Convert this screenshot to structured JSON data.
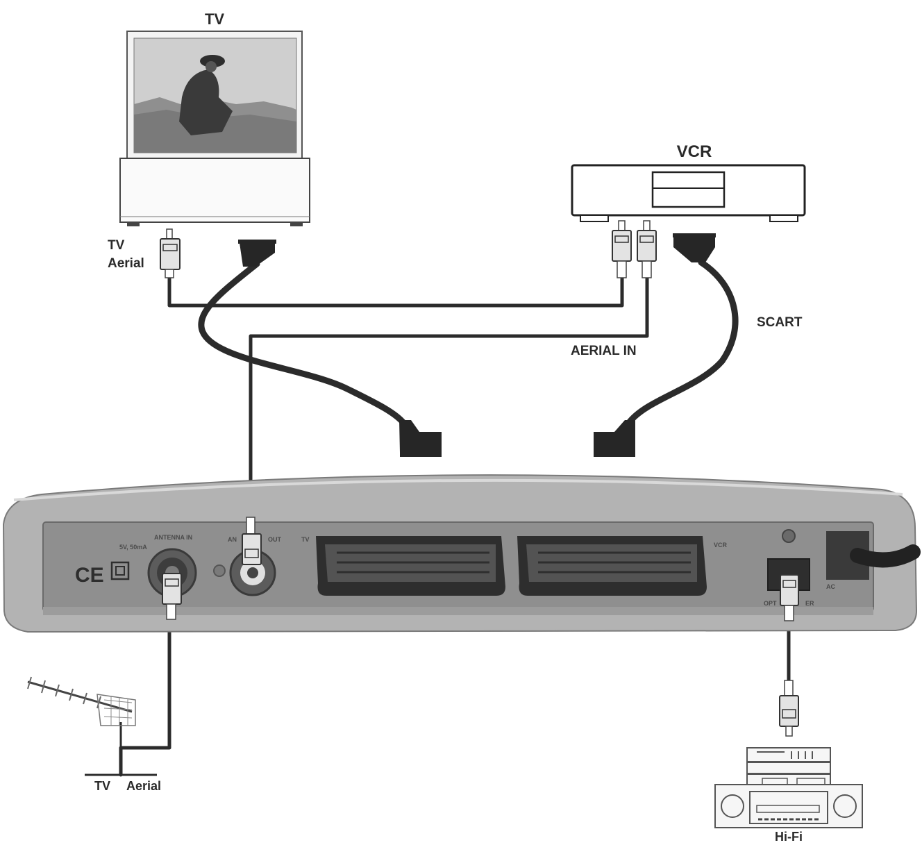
{
  "labels": {
    "tv": "TV",
    "vcr": "VCR",
    "tv_aerial_line1": "TV",
    "tv_aerial_line2": "Aerial",
    "scart": "SCART",
    "aerial_in": "AERIAL IN",
    "antenna_tv": "TV",
    "antenna_aerial": "Aerial",
    "hifi": "Hi-Fi"
  },
  "receiver_panel": {
    "antenna_in": "ANTENNA IN",
    "antenna_power": "5V, 50mA",
    "aerial_out_part1": "AN",
    "aerial_out_part2": "OUT",
    "scart_tv": "TV",
    "scart_vcr": "VCR",
    "optical_part1": "OPT",
    "optical_part2": "ER",
    "ac_label": "AC"
  },
  "colors": {
    "cable": "#2b2b2b",
    "device_outline": "#333333",
    "receiver_body": "#a8a8a8",
    "receiver_panel": "#8a8a8a"
  }
}
